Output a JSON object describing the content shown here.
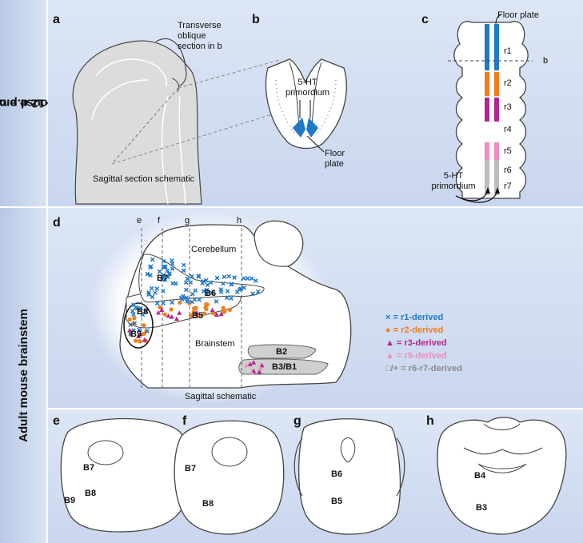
{
  "rows": {
    "top_label_line1": "Mouse embryo",
    "top_label_line2": "10–12 d.p.c.",
    "bottom_label": "Adult mouse brainstem"
  },
  "panel_labels": {
    "a": "a",
    "b": "b",
    "c": "c",
    "d": "d",
    "e": "e",
    "f": "f",
    "g": "g",
    "h": "h"
  },
  "panel_a": {
    "section_line1": "Transverse",
    "section_line2": "oblique",
    "section_line3": "section in b",
    "caption": "Sagittal section schematic"
  },
  "panel_b": {
    "primordium_line1": "5-HT",
    "primordium_line2": "primordium",
    "floor_line1": "Floor",
    "floor_line2": "plate"
  },
  "panel_c": {
    "floor_plate": "Floor plate",
    "section_marker": "b",
    "rhombomeres": [
      "r1",
      "r2",
      "r3",
      "r4",
      "r5",
      "r6",
      "r7"
    ],
    "primordium_line1": "5-HT",
    "primordium_line2": "primordium"
  },
  "panel_d": {
    "section_letters": [
      "e",
      "f",
      "g",
      "h"
    ],
    "cerebellum": "Cerebellum",
    "brainstem": "Brainstem",
    "caption": "Sagittal schematic",
    "groups": [
      "B7",
      "B6",
      "B8",
      "B5",
      "B9",
      "B2",
      "B3/B1"
    ]
  },
  "legend": [
    {
      "symbol": "×",
      "text": "= r1-derived",
      "color": "#1f78c8"
    },
    {
      "symbol": "●",
      "text": "= r2-derived",
      "color": "#f07e1d"
    },
    {
      "symbol": "▲",
      "text": "= r3-derived",
      "color": "#b3268c"
    },
    {
      "symbol": "▲",
      "text": "= r5-derived",
      "color": "#ee8cc2"
    },
    {
      "symbol": "□/+",
      "text": "= r6-r7-derived",
      "color": "#8c8c8c"
    }
  ],
  "sections": {
    "e": [
      "B7",
      "B9",
      "B8"
    ],
    "f": [
      "B7",
      "B8"
    ],
    "g": [
      "B6",
      "B5"
    ],
    "h": [
      "B4",
      "B3"
    ]
  },
  "colors": {
    "r1": "#1f78c8",
    "r2": "#f07e1d",
    "r3": "#b3268c",
    "r5": "#ee8cc2",
    "r67": "#8c8c8c",
    "panel_bg": "#d3def1",
    "tissue": "#dcdcdc"
  }
}
